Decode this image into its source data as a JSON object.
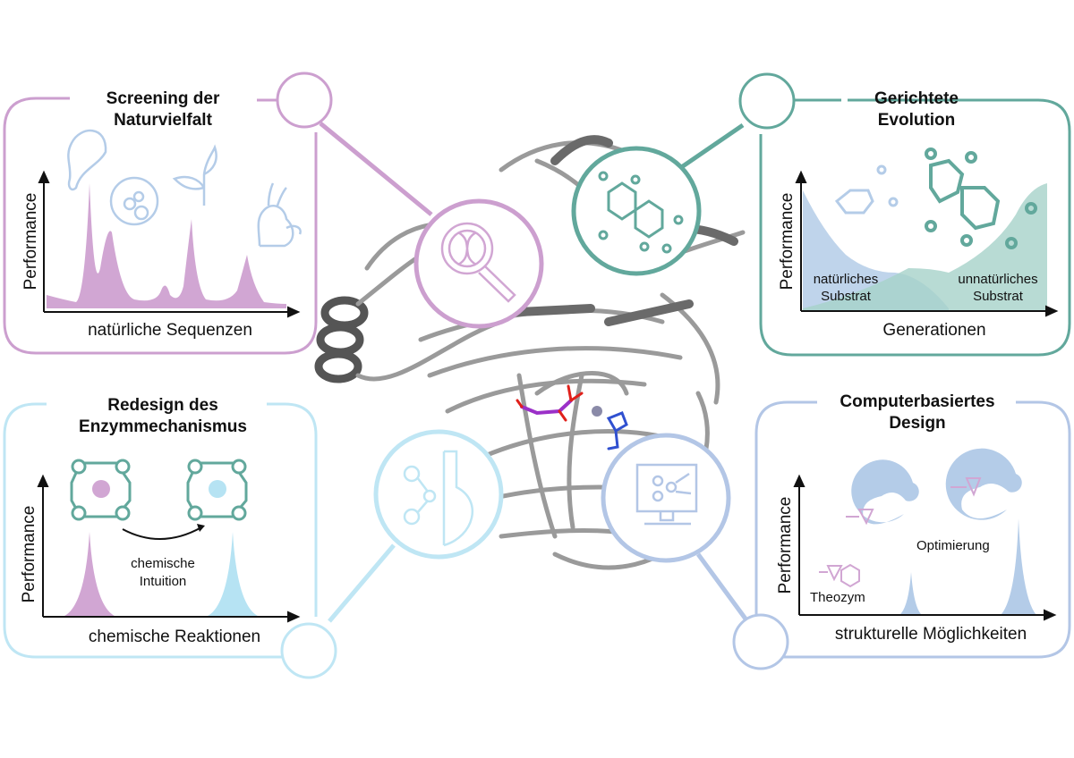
{
  "colors": {
    "pink": "#cc9fcf",
    "teal": "#62a89c",
    "lightblue": "#bfe6f4",
    "periwinkle": "#b3c6e6",
    "pink_fill": "#d1a6d3",
    "blue_fill": "#b4cce8",
    "teal_fill": "#a6d2c9",
    "sky_fill": "#b6e3f3",
    "protein_gray": "#8a8a8a",
    "ligand_purple": "#9b30c8"
  },
  "panels": {
    "screening": {
      "title_line1": "Screening der",
      "title_line2": "Naturvielfalt",
      "ylabel": "Performance",
      "xlabel": "natürliche Sequenzen",
      "icons": [
        "bacterium-icon",
        "cell-icon",
        "plant-icon",
        "rabbit-icon"
      ]
    },
    "evolution": {
      "title_line1": "Gerichtete",
      "title_line2": "Evolution",
      "ylabel": "Performance",
      "xlabel": "Generationen",
      "label_natural_1": "natürliches",
      "label_natural_2": "Substrat",
      "label_unnatural_1": "unnatürliches",
      "label_unnatural_2": "Substrat"
    },
    "redesign": {
      "title_line1": "Redesign des",
      "title_line2": "Enzymmechanismus",
      "ylabel": "Performance",
      "xlabel": "chemische Reaktionen",
      "arrow_label_1": "chemische",
      "arrow_label_2": "Intuition"
    },
    "computational": {
      "title_line1": "Computerbasiertes",
      "title_line2": "Design",
      "ylabel": "Performance",
      "xlabel": "strukturelle Möglichkeiten",
      "label_theozym": "Theozym",
      "label_optimierung": "Optimierung"
    }
  },
  "center": {
    "description": "Enzyme protein ribbon structure with bound ligand",
    "hub_icons": [
      "dna-magnifier-icon",
      "molecule-icon",
      "chemistry-flask-icon",
      "computer-network-icon"
    ]
  }
}
